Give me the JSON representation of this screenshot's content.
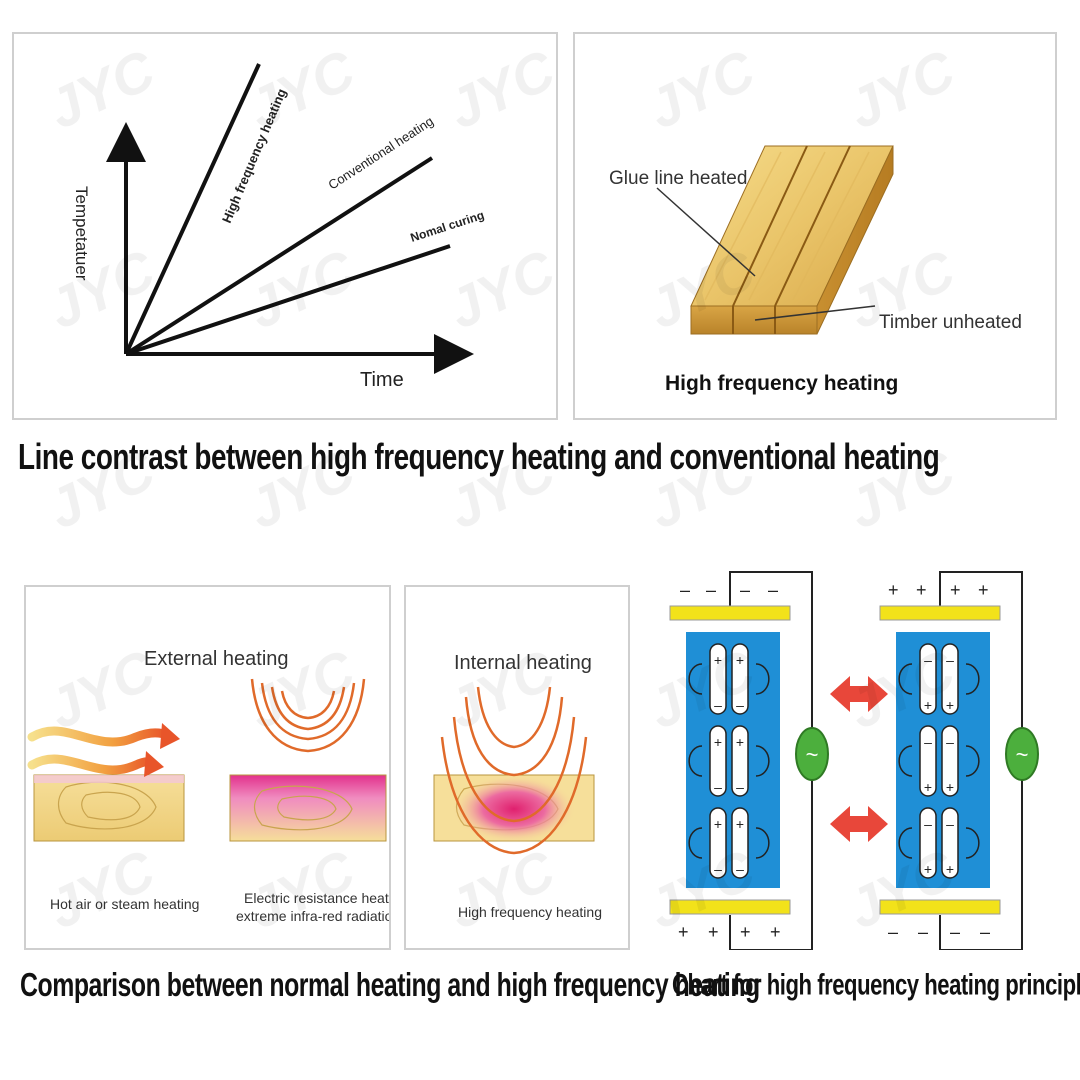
{
  "top_left_chart": {
    "y_axis_label": "Tempetatuer",
    "x_axis_label": "Time",
    "lines": [
      "High frequency heating",
      "Conventional heating",
      "Nomal curing"
    ]
  },
  "top_right_panel": {
    "glue_label": "Glue line heated",
    "timber_label": "Timber unheated",
    "title": "High frequency heating"
  },
  "caption_top": "Line contrast between high frequency heating and conventional heating",
  "external_panel": {
    "title": "External heating",
    "label_left": "Hot air or steam heating",
    "label_right_line1": "Electric resistance heat",
    "label_right_line2": "extreme infra-red radiation"
  },
  "internal_panel": {
    "title": "Internal heating",
    "label": "High frequency heating"
  },
  "caption_bottom_left": "Comparison between normal heating and high frequency heating",
  "caption_bottom_right": "Chart for high frequency heating principle",
  "principle": {
    "left_top_signs": [
      "–",
      "–",
      "–",
      "–"
    ],
    "left_bottom_signs": [
      "+",
      "+",
      "+",
      "+"
    ],
    "right_top_signs": [
      "+",
      "+",
      "+",
      "+"
    ],
    "right_bottom_signs": [
      "–",
      "–",
      "–",
      "–"
    ],
    "source_symbol": "~"
  },
  "watermark": "JYC",
  "colors": {
    "electrode": "#f2e21a",
    "dielectric": "#1f8fd6",
    "source": "#4caf3d",
    "arrow": "#e8473a",
    "wood": "#f2d98c",
    "heat": "#e0523a"
  }
}
